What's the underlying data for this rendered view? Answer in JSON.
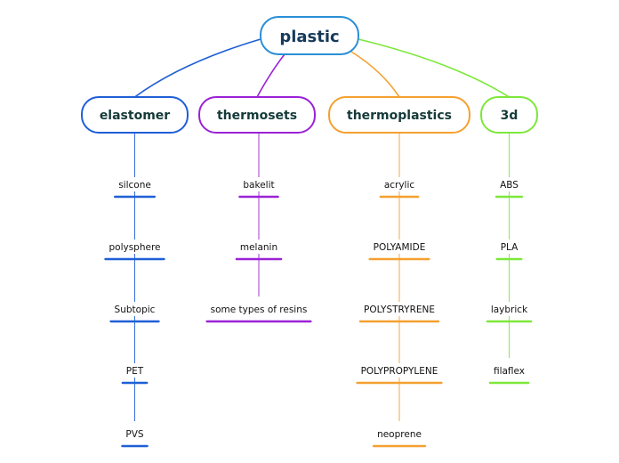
{
  "root": {
    "label": "plastic",
    "color": "#2a8fd6",
    "text_color": "#163a5a"
  },
  "branches": [
    {
      "label": "elastomer",
      "color": "#1f5fd6",
      "text_color": "#163a3a",
      "items": [
        "silcone",
        "polysphere",
        "Subtopic",
        "PET",
        "PVS"
      ]
    },
    {
      "label": "thermosets",
      "color": "#9b22d6",
      "text_color": "#163a3a",
      "items": [
        "bakelit",
        "melanin",
        "some types of resins"
      ]
    },
    {
      "label": "thermoplastics",
      "color": "#f5a030",
      "text_color": "#163a3a",
      "items": [
        "acrylic",
        "POLYAMIDE",
        "POLYSTRYRENE",
        "POLYPROPYLENE",
        "neoprene"
      ]
    },
    {
      "label": "3d",
      "color": "#7de83a",
      "text_color": "#163a3a",
      "items": [
        "ABS",
        "PLA",
        "laybrick",
        "filaflex"
      ]
    }
  ]
}
